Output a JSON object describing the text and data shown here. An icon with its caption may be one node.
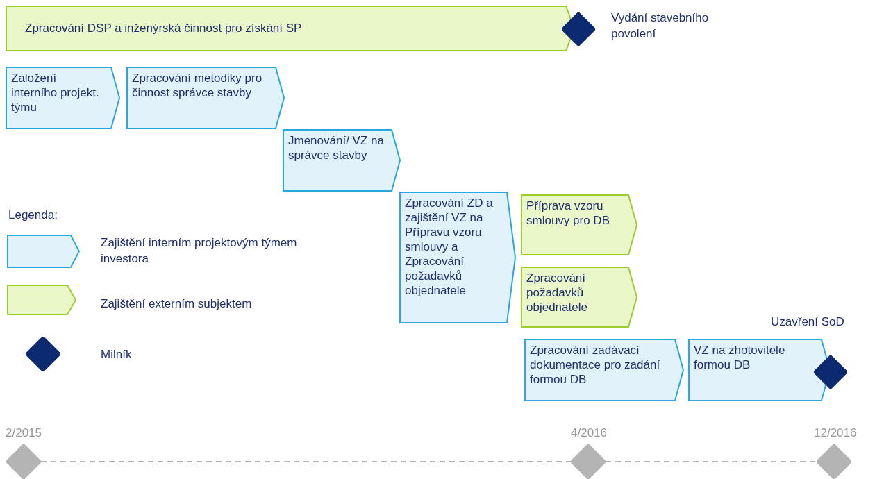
{
  "diagram": {
    "nodes": [
      {
        "text": [
          "Zpracování DSP a inženýrská činnost pro získání SP"
        ]
      },
      {
        "text": [],
        "shape": "diamond",
        "beside": [
          "Vydání stavebního povolení"
        ]
      },
      {
        "text": [
          "Založení interního projekt. týmu"
        ]
      },
      {
        "text": [
          "Zpracování metodiky pro činnost správce stavby"
        ]
      },
      {
        "text": [
          "Jmenování/ VZ na správce stavby"
        ]
      },
      {
        "text": [
          "Zpracování ZD a zajištění VZ na Přípravu vzoru smlouvy a Zpracování požadavků objednatele"
        ]
      },
      {
        "text": [
          "Příprava vzoru smlouvy pro DB"
        ]
      },
      {
        "text": [
          "Zpracování požadavků objednatele"
        ]
      },
      {
        "text": [
          "Zpracování zadávací dokumentace pro zadání formou DB"
        ]
      },
      {
        "text": [
          "VZ na zhotovitele formou DB"
        ]
      },
      {
        "text": [],
        "shape": "diamond"
      },
      {
        "text": [],
        "shape": "diamond",
        "beside": [
          "2/2015"
        ]
      },
      {
        "text": [],
        "shape": "diamond",
        "beside": [
          "4/2016"
        ]
      },
      {
        "text": [],
        "shape": "diamond",
        "beside": [
          "12/2016"
        ]
      }
    ],
    "edges": [
      {
        "from": 11,
        "to": 12,
        "arrow": "none",
        "style": "dashed"
      },
      {
        "from": 12,
        "to": 13,
        "arrow": "none",
        "style": "dashed"
      }
    ],
    "labels": [
      "Legenda:",
      "Uzavření SoD"
    ],
    "legend": [
      {
        "text": "Zajištění interním projektovým týmem investora",
        "color": "#e1f2fa"
      },
      {
        "text": "Zajištění externím subjektem",
        "color": "#eaf7c8"
      },
      {
        "text": "Milník",
        "color": "#0b2a6f"
      }
    ]
  }
}
